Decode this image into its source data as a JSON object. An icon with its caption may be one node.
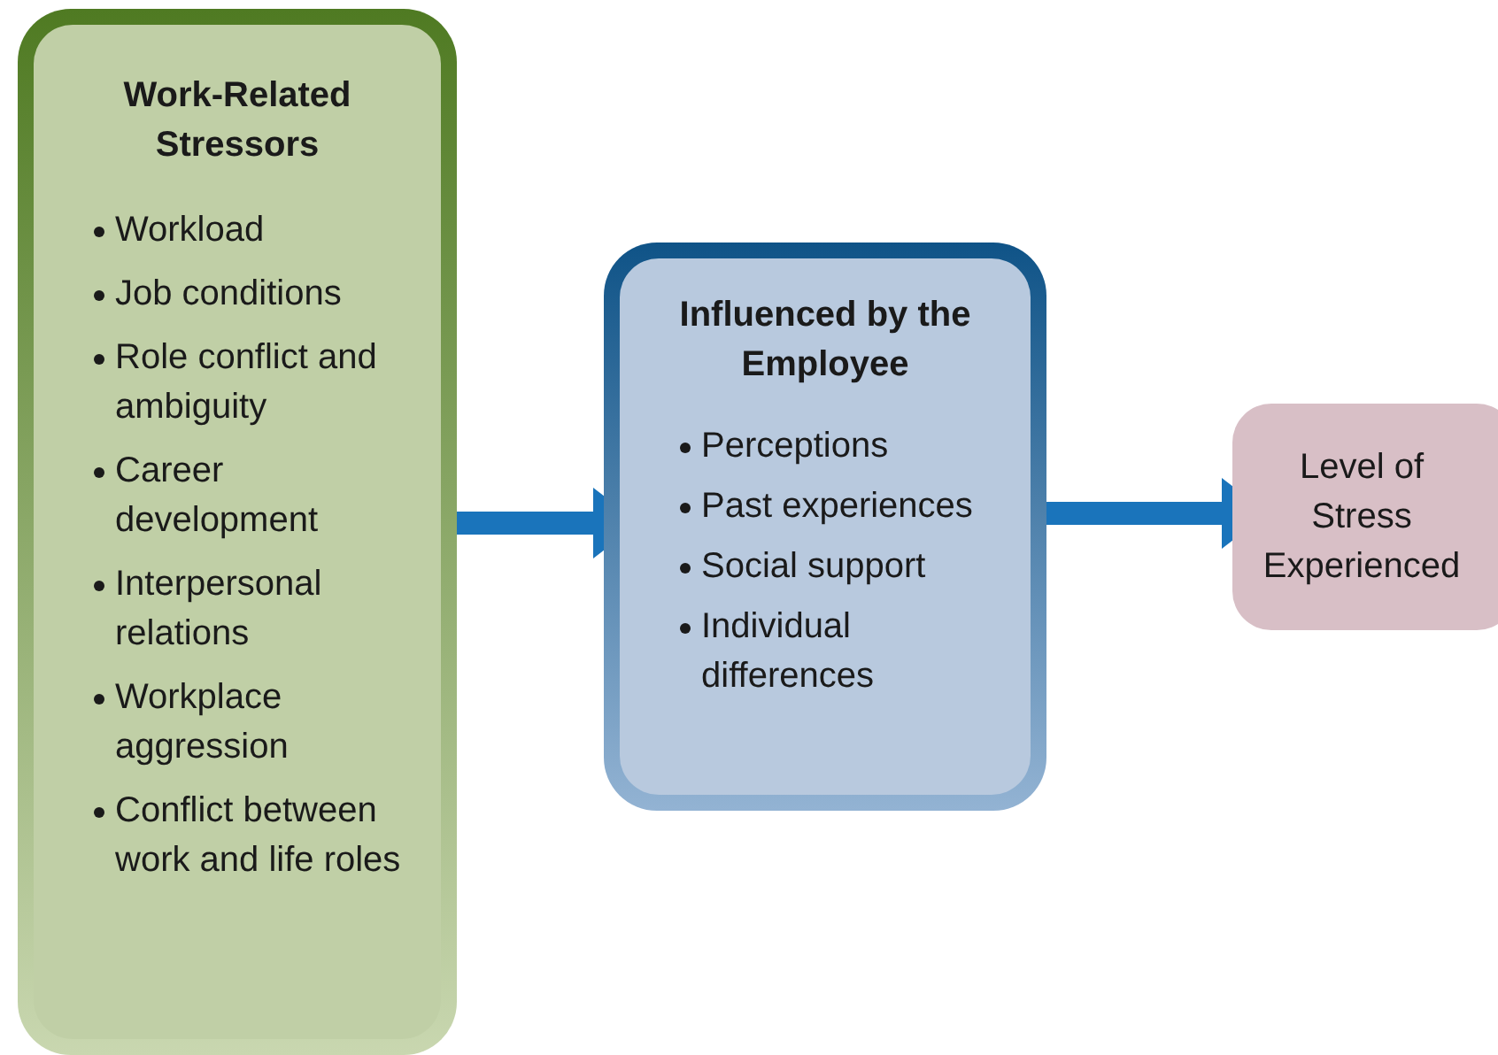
{
  "diagram": {
    "nodes": [
      {
        "text": [
          "Work-Related Stressors",
          "Workload",
          "Job conditions",
          "Role conflict and ambiguity",
          "Career development",
          "Interpersonal relations",
          "Workplace aggression",
          "Conflict between work and life roles"
        ]
      },
      {
        "text": [
          "Influenced by the Employee",
          "Perceptions",
          "Past experiences",
          "Social support",
          "Individual differences"
        ]
      },
      {
        "text": [
          "Level of Stress Experienced"
        ]
      }
    ],
    "edges": [
      {
        "from": 0,
        "to": 1,
        "arrow": "to"
      },
      {
        "from": 1,
        "to": 2,
        "arrow": "to"
      }
    ]
  }
}
